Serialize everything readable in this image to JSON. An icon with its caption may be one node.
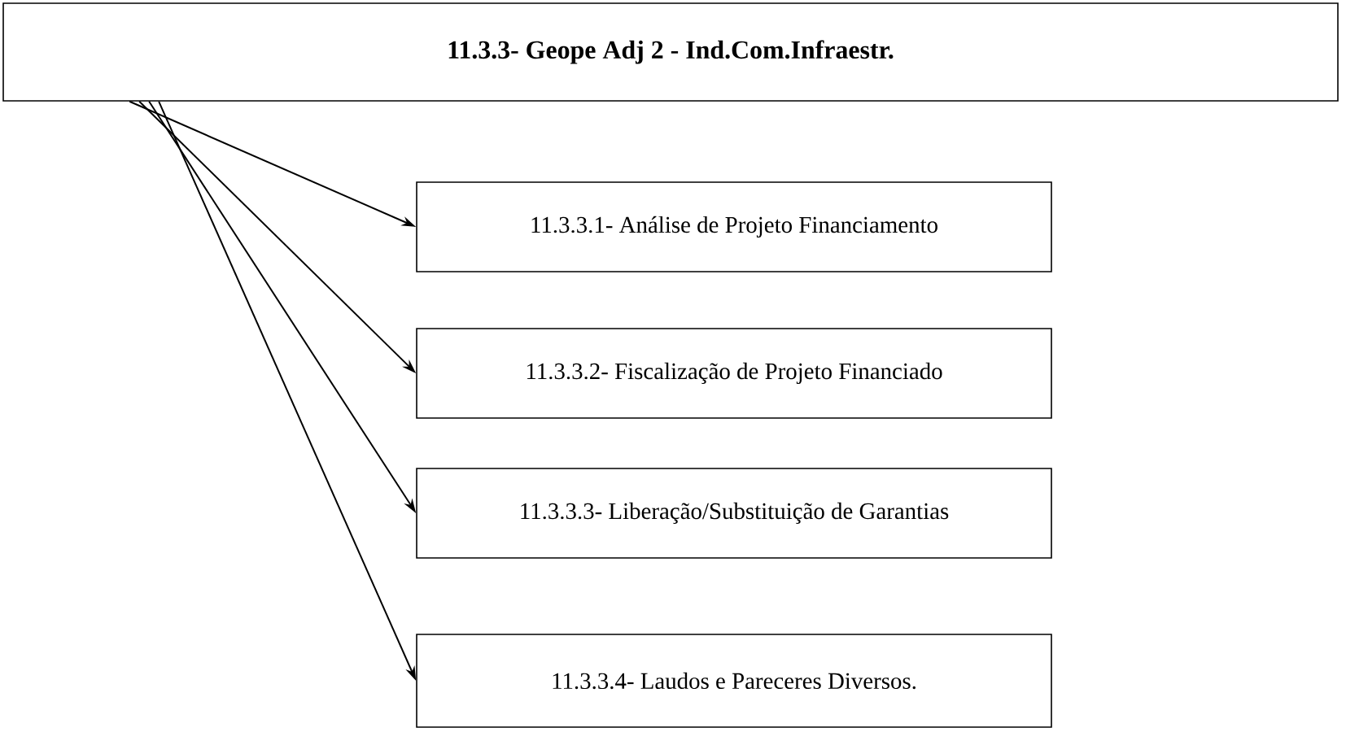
{
  "diagram": {
    "nodes": [
      {
        "text": [
          "11.3.3- Geope Adj 2 - Ind.Com.Infraestr."
        ]
      },
      {
        "text": [
          "11.3.3.1- Análise de Projeto Financiamento"
        ]
      },
      {
        "text": [
          "11.3.3.2- Fiscalização de Projeto Financiado"
        ]
      },
      {
        "text": [
          "11.3.3.3- Liberação/Substituição de Garantias"
        ]
      },
      {
        "text": [
          "11.3.3.4- Laudos e Pareceres Diversos."
        ]
      }
    ],
    "edges": [
      {
        "from": 0,
        "to": 1,
        "arrow": "to"
      },
      {
        "from": 0,
        "to": 2,
        "arrow": "to"
      },
      {
        "from": 0,
        "to": 3,
        "arrow": "to"
      },
      {
        "from": 0,
        "to": 4,
        "arrow": "to"
      }
    ]
  }
}
